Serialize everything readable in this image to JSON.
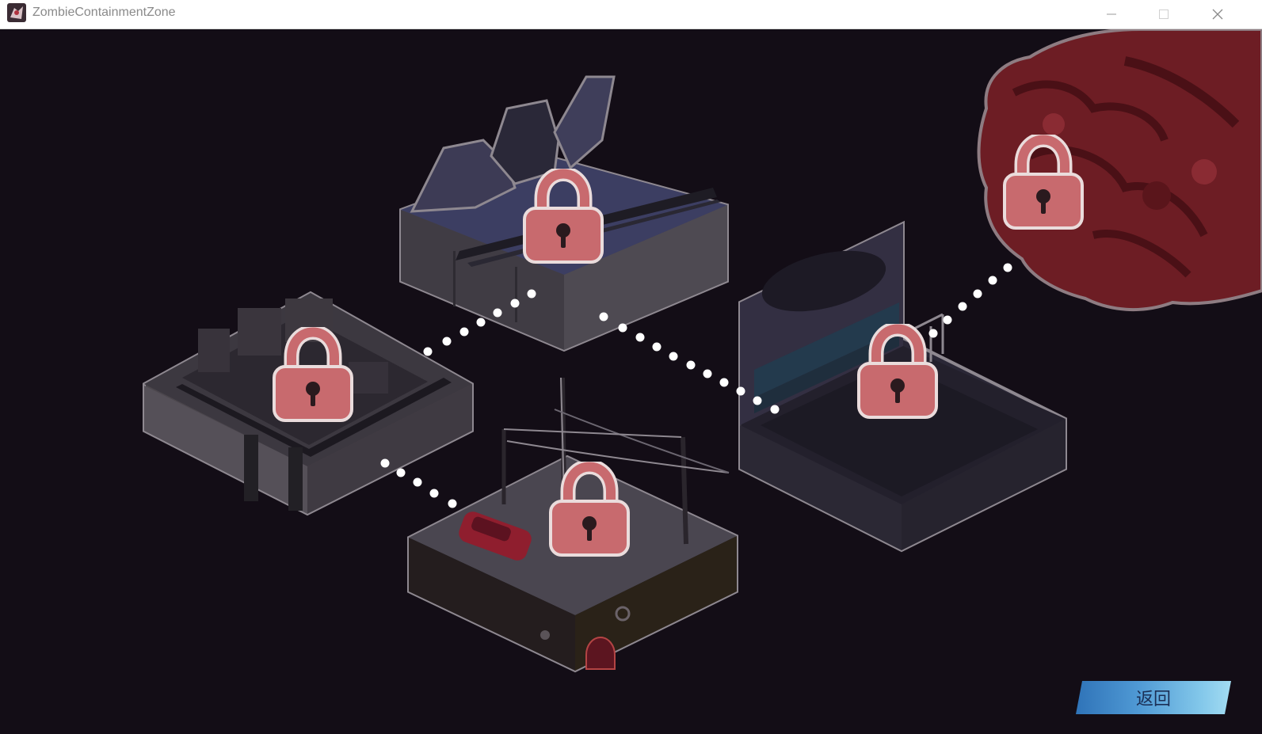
{
  "window": {
    "title": "ZombieContainmentZone"
  },
  "map": {
    "stages": [
      {
        "id": "city-block",
        "locked": true,
        "icon": "padlock-icon"
      },
      {
        "id": "coastal-ruins",
        "locked": true,
        "icon": "padlock-icon"
      },
      {
        "id": "street-crossing",
        "locked": true,
        "icon": "padlock-icon"
      },
      {
        "id": "stadium",
        "locked": true,
        "icon": "padlock-icon"
      },
      {
        "id": "flesh-hive",
        "locked": true,
        "icon": "padlock-icon"
      }
    ],
    "colors": {
      "background": "#130d16",
      "lock_fill": "#c86a6e",
      "lock_outline": "#eadcdc",
      "path_dots": "#ffffff",
      "outline": "#8e8890"
    }
  },
  "footer": {
    "back_label": "返回"
  }
}
